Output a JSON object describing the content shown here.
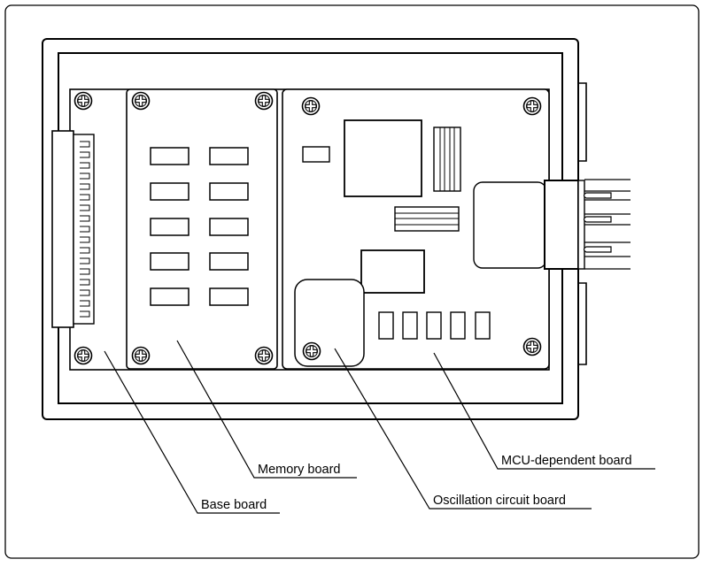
{
  "labels": {
    "memory_board": "Memory board",
    "mcu_dependent_board": "MCU-dependent board",
    "oscillation_circuit_board": "Oscillation circuit board",
    "base_board": "Base board"
  },
  "colors": {
    "line": "#000000",
    "background": "#ffffff",
    "screw_fill": "#ffffff"
  },
  "icons": {
    "screw": "phillips-screw-icon"
  }
}
